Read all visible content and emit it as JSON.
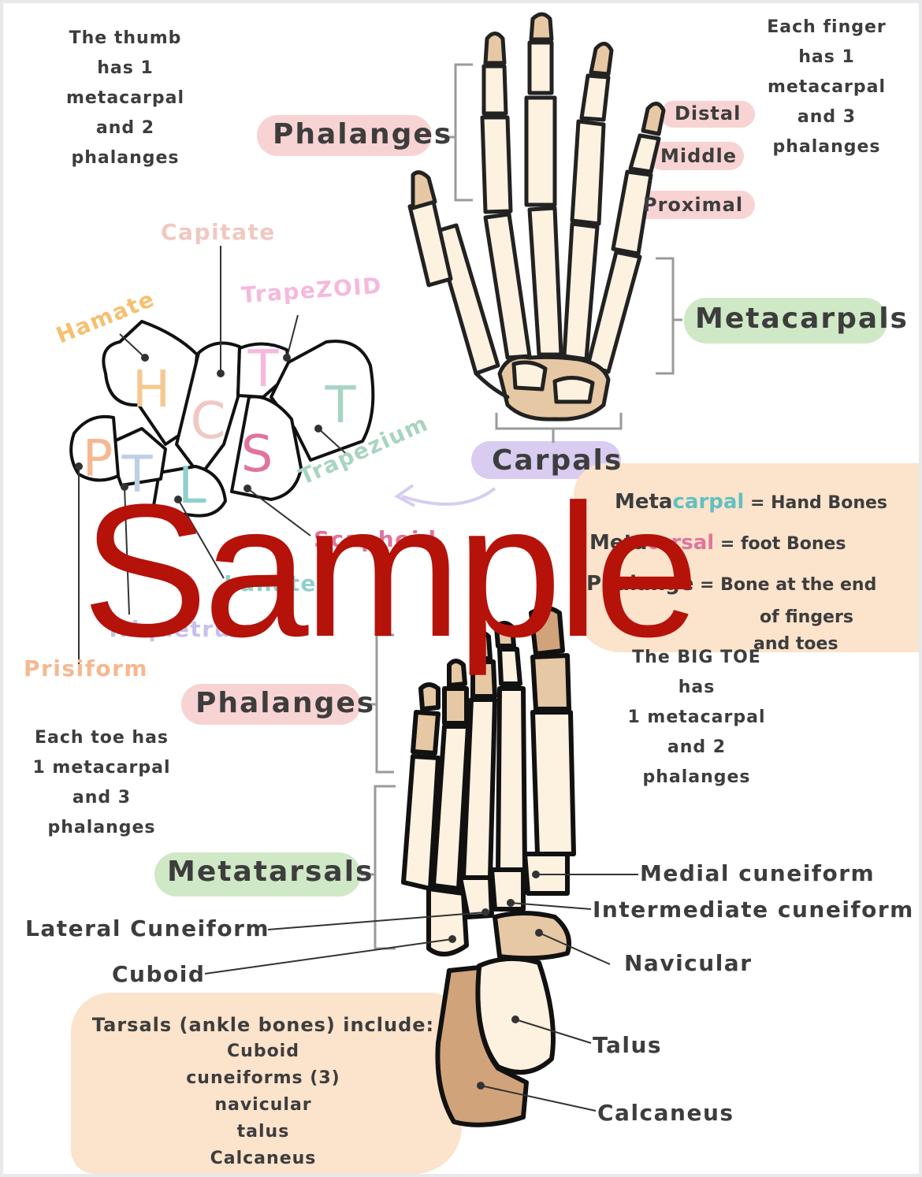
{
  "notes": {
    "thumb": [
      "The thumb",
      "has 1",
      "metacarpal",
      "and 2",
      "phalanges"
    ],
    "finger": [
      "Each finger",
      "has 1",
      "metacarpal",
      "and 3",
      "phalanges"
    ],
    "toe": [
      "Each toe has",
      "1 metacarpal",
      "and 3",
      "phalanges"
    ],
    "big_toe": [
      "The BIG TOE",
      "has",
      "1 metacarpal",
      "and 2",
      "phalanges"
    ]
  },
  "hand": {
    "phalanges": "Phalanges",
    "distal": "Distal",
    "middle": "Middle",
    "proximal": "Proximal",
    "metacarpals": "Metacarpals",
    "carpals": "Carpals"
  },
  "carpal_bones": {
    "capitate": "Capitate",
    "trapezoid": "TrapeZOID",
    "hamate": "Hamate",
    "trapezium": "Trapezium",
    "scaphoid": "Scaphoid",
    "lunate": "Lunate",
    "triquetrum": "Triquetrum",
    "prisiform": "Prisiform",
    "letters": [
      "H",
      "C",
      "T",
      "T",
      "S",
      "P",
      "T",
      "L"
    ]
  },
  "definitions": {
    "metacarpal": {
      "term_a": "Meta",
      "term_b": "carpal",
      "def": "= Hand Bones"
    },
    "metatarsal": {
      "term_a": "Meta",
      "term_b": "tarsal",
      "def": "= foot Bones"
    },
    "phalange": {
      "term": "Phalange",
      "def": "= Bone at the end",
      "line2": "of fingers",
      "line3": "and toes"
    }
  },
  "foot": {
    "phalanges": "Phalanges",
    "metatarsals": "Metatarsals",
    "lateral_cuneiform": "Lateral Cuneiform",
    "cuboid": "Cuboid",
    "medial_cuneiform": "Medial cuneiform",
    "intermediate_cuneiform": "Intermediate cuneiform",
    "navicular": "Navicular",
    "talus": "Talus",
    "calcaneus": "Calcaneus"
  },
  "tarsals": {
    "heading": "Tarsals (ankle bones) include:",
    "items": [
      "Cuboid",
      "cuneiforms (3)",
      "navicular",
      "talus",
      "Calcaneus"
    ]
  },
  "watermark": "Sample",
  "colors": {
    "pink_pill": "#f8d3d3",
    "green_pill": "#cfe8c6",
    "purple_pill": "#d9ccf0",
    "peach": "#fbe3cc",
    "bone": "#fdf1e0",
    "bone_dark": "#e7c8a4",
    "bone_shadow": "#d0a37a",
    "watermark": "#b5120a"
  }
}
